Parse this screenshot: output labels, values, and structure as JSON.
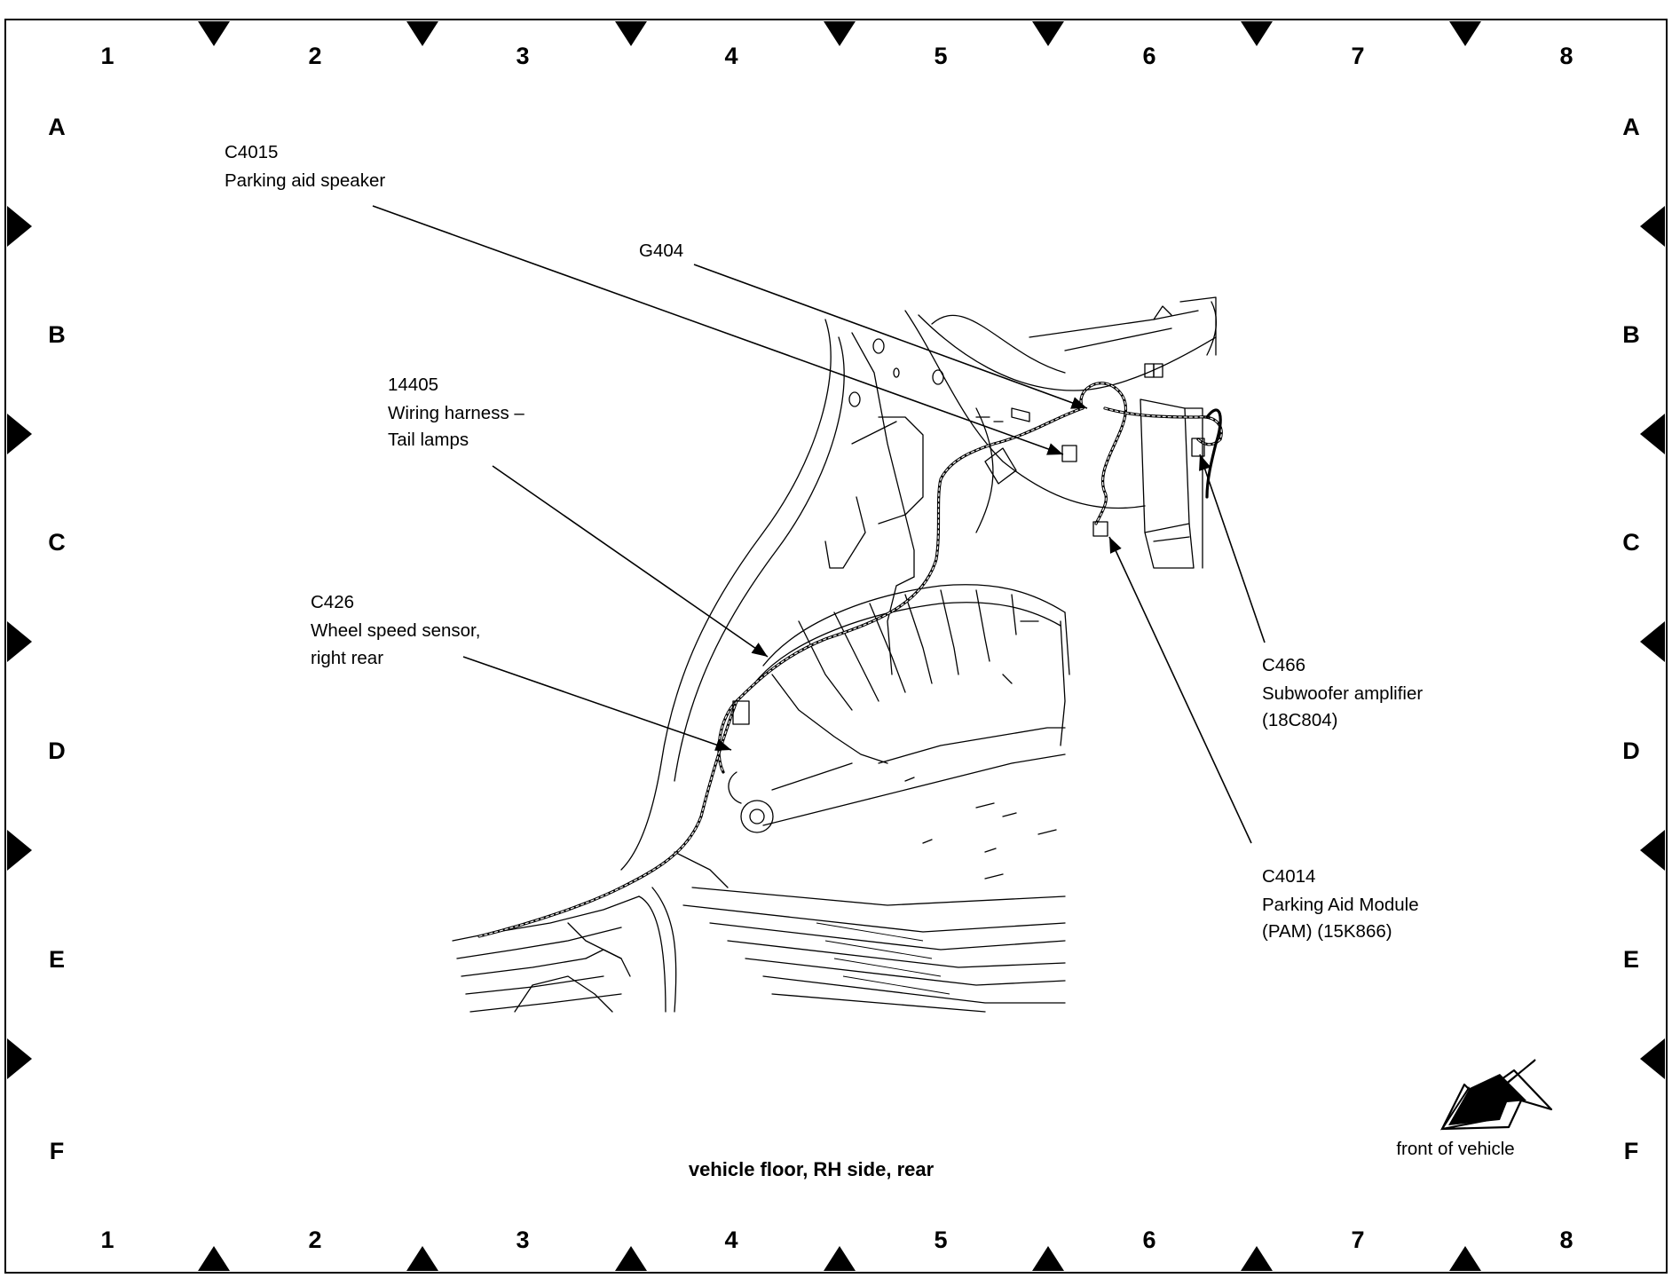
{
  "grid": {
    "columns": [
      "1",
      "2",
      "3",
      "4",
      "5",
      "6",
      "7",
      "8"
    ],
    "rows": [
      "A",
      "B",
      "C",
      "D",
      "E",
      "F"
    ]
  },
  "callouts": {
    "c4015": {
      "connector": "C4015",
      "description": "Parking aid speaker"
    },
    "g404": {
      "connector": "G404"
    },
    "h14405": {
      "connector": "14405",
      "line1": "Wiring harness –",
      "line2": "Tail lamps"
    },
    "c426": {
      "connector": "C426",
      "line1": "Wheel speed sensor,",
      "line2": "right rear"
    },
    "c466": {
      "connector": "C466",
      "line1": "Subwoofer amplifier",
      "line2": "(18C804)"
    },
    "c4014": {
      "connector": "C4014",
      "line1": "Parking Aid Module",
      "line2": "(PAM) (15K866)"
    }
  },
  "caption": "vehicle floor, RH side, rear",
  "orientation": {
    "label": "front of vehicle",
    "icon": "front-arrow-icon"
  }
}
